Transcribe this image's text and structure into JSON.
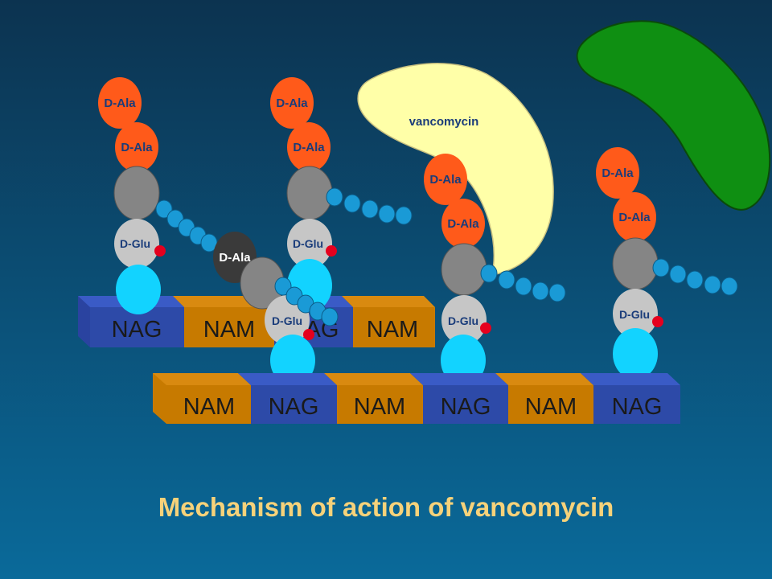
{
  "title": "Mechanism of action of vancomycin",
  "labels": {
    "d_ala": "D-Ala",
    "d_glu": "D-Glu",
    "nag": "NAG",
    "nam": "NAM",
    "vancomycin": "vancomycin"
  },
  "colors": {
    "bg_top": "#0c3350",
    "bg_bottom": "#0a6a9a",
    "title": "#f6d27a",
    "d_ala": "#ff5a1a",
    "d_ala_dark": "#3a3a3a",
    "gray_bead": "#858585",
    "d_glu": "#c6c6c6",
    "cyan": "#12d3ff",
    "chain_bead": "#1a9ad6",
    "red_dot": "#e5001e",
    "nag_block": "#2d4aa8",
    "nam_block": "#c77a00",
    "vancomycin": "#ffffa8",
    "second_drug": "#0f8f12",
    "text_dark": "#1a1a1a",
    "text_blue": "#1a3c7a"
  }
}
